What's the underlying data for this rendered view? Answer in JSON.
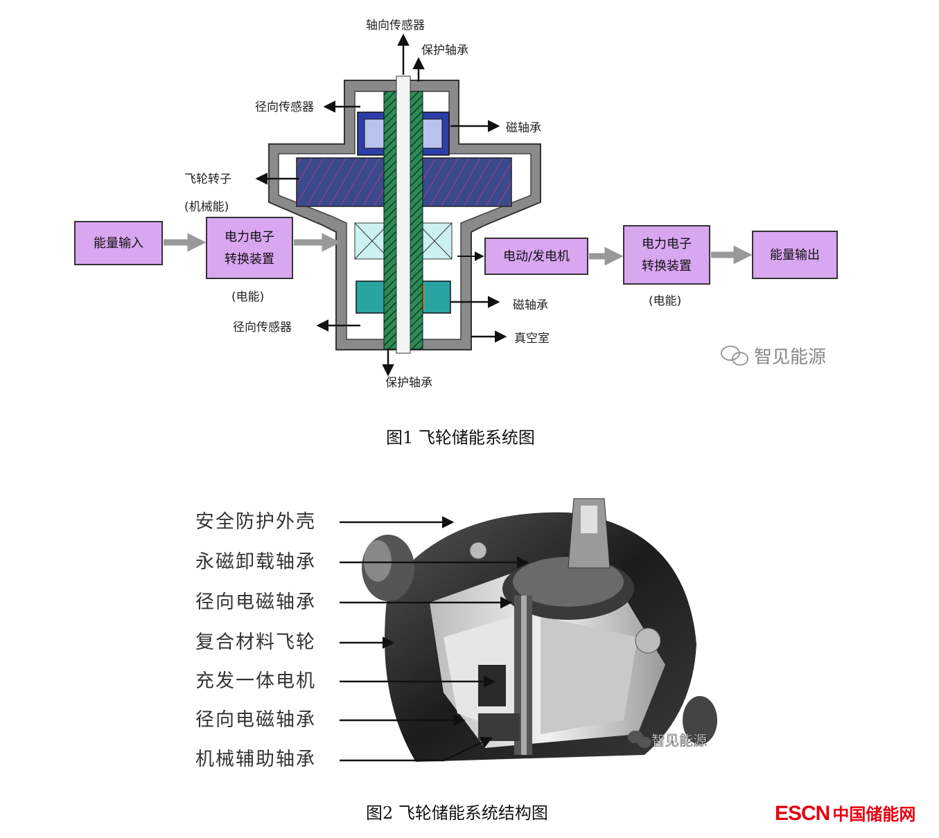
{
  "figure1": {
    "caption": "图1 飞轮储能系统图",
    "boxes": {
      "energy_input": "能量输入",
      "pe_converter_in_line1": "电力电子",
      "pe_converter_in_line2": "转换装置",
      "motor_generator": "电动/发电机",
      "pe_converter_out_line1": "电力电子",
      "pe_converter_out_line2": "转换装置",
      "energy_output": "能量输出"
    },
    "labels": {
      "axial_sensor": "轴向传感器",
      "protective_bearing_top": "保护轴承",
      "radial_sensor_top": "径向传感器",
      "magnetic_bearing_top": "磁轴承",
      "flywheel_rotor": "飞轮转子",
      "mechanical_energy": "(机械能)",
      "electrical_energy_left": "(电能)",
      "electrical_energy_right": "(电能)",
      "radial_sensor_bottom": "径向传感器",
      "magnetic_bearing_bottom": "磁轴承",
      "vacuum_chamber": "真空室",
      "protective_bearing_bottom": "保护轴承"
    },
    "watermark": "智见能源"
  },
  "figure2": {
    "caption": "图2 飞轮储能系统结构图",
    "labels": [
      "安全防护外壳",
      "永磁卸载轴承",
      "径向电磁轴承",
      "复合材料飞轮",
      "充发一体电机",
      "径向电磁轴承",
      "机械辅助轴承"
    ],
    "watermark": "智见能源"
  },
  "logo": {
    "brand": "ESCN",
    "name": "中国储能网",
    "color": "#e60012"
  },
  "colors": {
    "box_fill": "#d9a6f0",
    "arrow": "#999999"
  }
}
